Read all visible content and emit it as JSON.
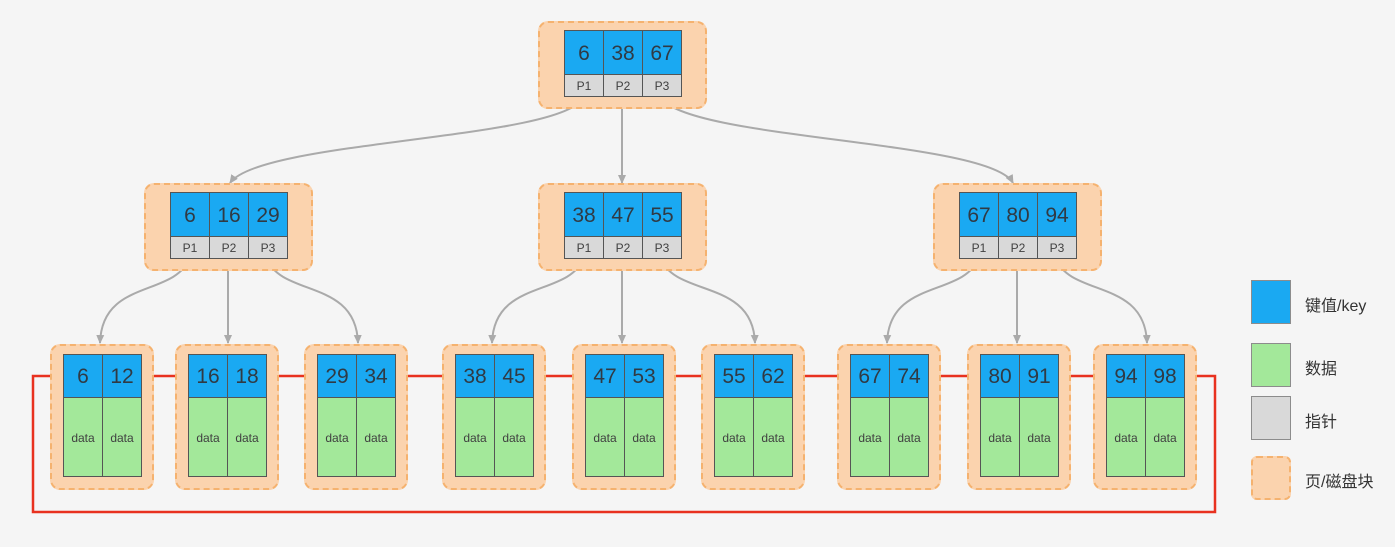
{
  "colors": {
    "key": "#1aa9f2",
    "data": "#a3e89a",
    "pointer": "#d9d9d9",
    "page": "#fbd3ae",
    "page_border": "#f5b26f",
    "link": "#e8311f",
    "arrow": "#aaaaaa"
  },
  "root": {
    "keys": [
      "6",
      "38",
      "67"
    ],
    "pointers": [
      "P1",
      "P2",
      "P3"
    ]
  },
  "internal": [
    {
      "keys": [
        "6",
        "16",
        "29"
      ],
      "pointers": [
        "P1",
        "P2",
        "P3"
      ]
    },
    {
      "keys": [
        "38",
        "47",
        "55"
      ],
      "pointers": [
        "P1",
        "P2",
        "P3"
      ]
    },
    {
      "keys": [
        "67",
        "80",
        "94"
      ],
      "pointers": [
        "P1",
        "P2",
        "P3"
      ]
    }
  ],
  "leaves": [
    {
      "keys": [
        "6",
        "12"
      ],
      "data": [
        "data",
        "data"
      ]
    },
    {
      "keys": [
        "16",
        "18"
      ],
      "data": [
        "data",
        "data"
      ]
    },
    {
      "keys": [
        "29",
        "34"
      ],
      "data": [
        "data",
        "data"
      ]
    },
    {
      "keys": [
        "38",
        "45"
      ],
      "data": [
        "data",
        "data"
      ]
    },
    {
      "keys": [
        "47",
        "53"
      ],
      "data": [
        "data",
        "data"
      ]
    },
    {
      "keys": [
        "55",
        "62"
      ],
      "data": [
        "data",
        "data"
      ]
    },
    {
      "keys": [
        "67",
        "74"
      ],
      "data": [
        "data",
        "data"
      ]
    },
    {
      "keys": [
        "80",
        "91"
      ],
      "data": [
        "data",
        "data"
      ]
    },
    {
      "keys": [
        "94",
        "98"
      ],
      "data": [
        "data",
        "data"
      ]
    }
  ],
  "legend": [
    {
      "label": "键值/key",
      "color": "#1aa9f2"
    },
    {
      "label": "数据",
      "color": "#a3e89a"
    },
    {
      "label": "指针",
      "color": "#d9d9d9"
    },
    {
      "label": "页/磁盘块",
      "color": "#fbd3ae"
    }
  ]
}
